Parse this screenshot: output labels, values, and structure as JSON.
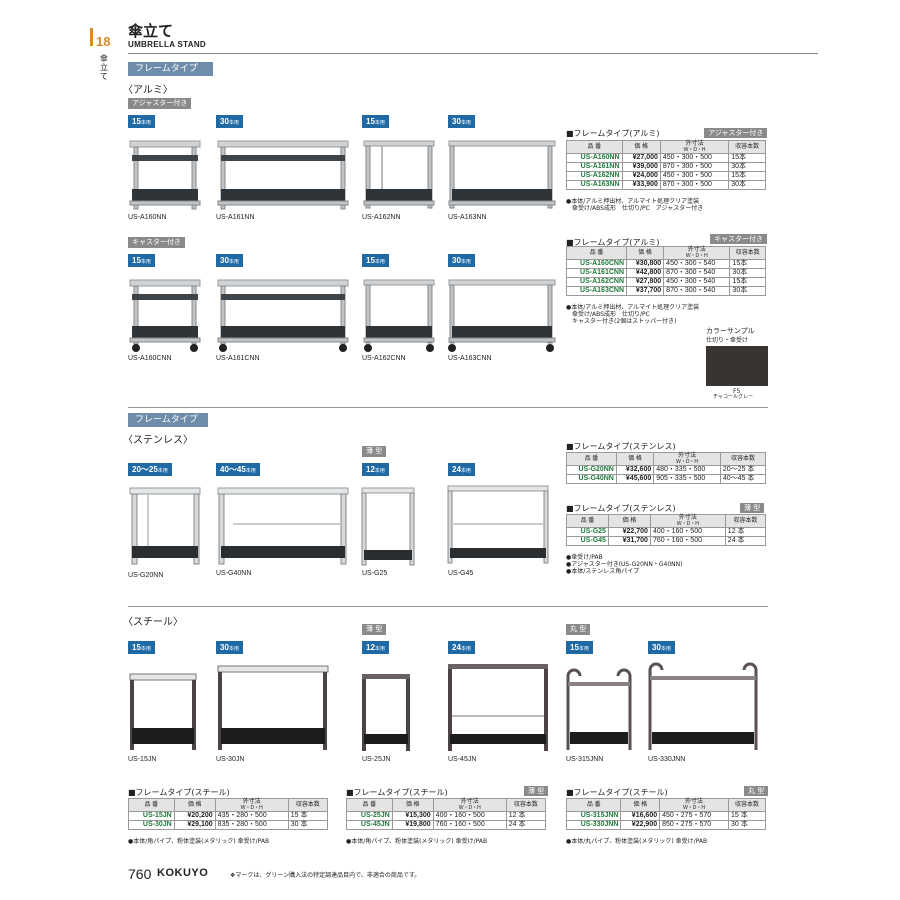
{
  "header": {
    "chapter_number": "18",
    "chapter_vertical": "傘立て",
    "title": "傘立て",
    "subtitle": "UMBRELLA STAND"
  },
  "sections": {
    "frame_type_1": "フレームタイプ",
    "frame_type_2": "フレームタイプ",
    "aluminum": "〈アルミ〉",
    "stainless": "〈ステンレス〉",
    "steel": "〈スチール〉",
    "adjuster_tag": "アジャスター付き",
    "caster_tag": "キャスター付き",
    "thin_tag_1": "薄 型",
    "thin_tag_2": "薄 型",
    "round_tag": "丸 型"
  },
  "products": {
    "aluminum_adjuster": [
      {
        "cap": "15",
        "unit": "本用",
        "model": "US-A160NN"
      },
      {
        "cap": "30",
        "unit": "本用",
        "model": "US-A161NN"
      },
      {
        "cap": "15",
        "unit": "本用",
        "model": "US-A162NN"
      },
      {
        "cap": "30",
        "unit": "本用",
        "model": "US-A163NN"
      }
    ],
    "aluminum_caster": [
      {
        "cap": "15",
        "unit": "本用",
        "model": "US-A160CNN"
      },
      {
        "cap": "30",
        "unit": "本用",
        "model": "US-A161CNN"
      },
      {
        "cap": "15",
        "unit": "本用",
        "model": "US-A162CNN"
      },
      {
        "cap": "30",
        "unit": "本用",
        "model": "US-A163CNN"
      }
    ],
    "stainless": [
      {
        "cap": "20～25",
        "unit": "本用",
        "model": "US-G20NN"
      },
      {
        "cap": "40～45",
        "unit": "本用",
        "model": "US-G40NN"
      },
      {
        "cap": "12",
        "unit": "本用",
        "model": "US-G25"
      },
      {
        "cap": "24",
        "unit": "本用",
        "model": "US-G45"
      }
    ],
    "steel": [
      {
        "cap": "15",
        "unit": "本用",
        "model": "US-15JN"
      },
      {
        "cap": "30",
        "unit": "本用",
        "model": "US-30JN"
      },
      {
        "cap": "12",
        "unit": "本用",
        "model": "US-25JN"
      },
      {
        "cap": "24",
        "unit": "本用",
        "model": "US-45JN"
      },
      {
        "cap": "15",
        "unit": "本用",
        "model": "US-315JNN"
      },
      {
        "cap": "30",
        "unit": "本用",
        "model": "US-330JNN"
      }
    ]
  },
  "columns": {
    "code": "品 番",
    "price": "価 格",
    "dims": "外寸法",
    "dims_sub": "W・D・H",
    "count": "収容本数"
  },
  "spec_tables": {
    "al_adj": {
      "title": "■フレームタイプ(アルミ)",
      "tag": "アジャスター付き",
      "rows": [
        [
          "US-A160NN",
          "¥27,000",
          "450・300・500",
          "15本"
        ],
        [
          "US-A161NN",
          "¥39,000",
          "870・300・500",
          "30本"
        ],
        [
          "US-A162NN",
          "¥24,000",
          "450・300・500",
          "15本"
        ],
        [
          "US-A163NN",
          "¥33,900",
          "870・300・500",
          "30本"
        ]
      ],
      "notes": [
        "●本体/アルミ押出材、アルマイト処理クリア塗装",
        "　傘受け/ABS成形　仕切り/PC　アジャスター付き"
      ]
    },
    "al_cas": {
      "title": "■フレームタイプ(アルミ)",
      "tag": "キャスター付き",
      "rows": [
        [
          "US-A160CNN",
          "¥30,800",
          "450・300・540",
          "15本"
        ],
        [
          "US-A161CNN",
          "¥42,800",
          "870・300・540",
          "30本"
        ],
        [
          "US-A162CNN",
          "¥27,800",
          "450・300・540",
          "15本"
        ],
        [
          "US-A163CNN",
          "¥37,700",
          "870・300・540",
          "30本"
        ]
      ],
      "notes": [
        "●本体/アルミ押出材、アルマイト処理クリア塗装",
        "　傘受け/ABS成形　仕切り/PC",
        "　キャスター付き(2個はストッパー付き)"
      ]
    },
    "st_1": {
      "title": "■フレームタイプ(ステンレス)",
      "tag": "",
      "rows": [
        [
          "US-G20NN",
          "¥32,600",
          "480・335・500",
          "20～25 本"
        ],
        [
          "US-G40NN",
          "¥45,600",
          "905・335・500",
          "40～45 本"
        ]
      ],
      "notes": []
    },
    "st_2": {
      "title": "■フレームタイプ(ステンレス)",
      "tag": "薄 型",
      "rows": [
        [
          "US-G25",
          "¥22,700",
          "400・160・500",
          "12 本"
        ],
        [
          "US-G45",
          "¥31,700",
          "760・160・500",
          "24 本"
        ]
      ],
      "notes": [
        "●傘受け/PAB",
        "●アジャスター付き(US-G20NN・G40NN)",
        "●本体/ステンレス角パイプ"
      ]
    },
    "steel_1": {
      "title": "■フレームタイプ(スチール)",
      "tag": "",
      "rows": [
        [
          "US-15JN",
          "¥20,200",
          "435・280・500",
          "15 本"
        ],
        [
          "US-30JN",
          "¥29,100",
          "835・280・500",
          "30 本"
        ]
      ],
      "notes": [
        "●本体/角パイプ、粉体塗装(メタリック) 傘受け/PAB"
      ]
    },
    "steel_2": {
      "title": "■フレームタイプ(スチール)",
      "tag": "薄 型",
      "rows": [
        [
          "US-25JN",
          "¥15,300",
          "400・160・500",
          "12 本"
        ],
        [
          "US-45JN",
          "¥19,800",
          "760・160・500",
          "24 本"
        ]
      ],
      "notes": [
        "●本体/角パイプ、粉体塗装(メタリック) 傘受け/PAB"
      ]
    },
    "steel_3": {
      "title": "■フレームタイプ(スチール)",
      "tag": "丸 型",
      "rows": [
        [
          "US-315JNN",
          "¥16,600",
          "450・275・570",
          "15 本"
        ],
        [
          "US-330JNN",
          "¥22,900",
          "850・275・570",
          "30 本"
        ]
      ],
      "notes": [
        "●本体/丸パイプ、粉体塗装(メタリック) 傘受け/PAB"
      ]
    }
  },
  "color_sample": {
    "title": "カラーサンプル",
    "sub": "仕切り・傘受け",
    "code": "F5",
    "name": "チャコールグレー",
    "hex": "#3a3431"
  },
  "footer": {
    "page": "760",
    "brand": "KOKUYO",
    "note": "❖マークは、グリーン購入法の特定調達品目内で、非適合の商品です。"
  },
  "colors": {
    "accent_orange": "#d98a2a",
    "banner_blue": "#6d8dab",
    "cap_blue": "#1f6aa5",
    "code_green": "#1f7a3c"
  }
}
